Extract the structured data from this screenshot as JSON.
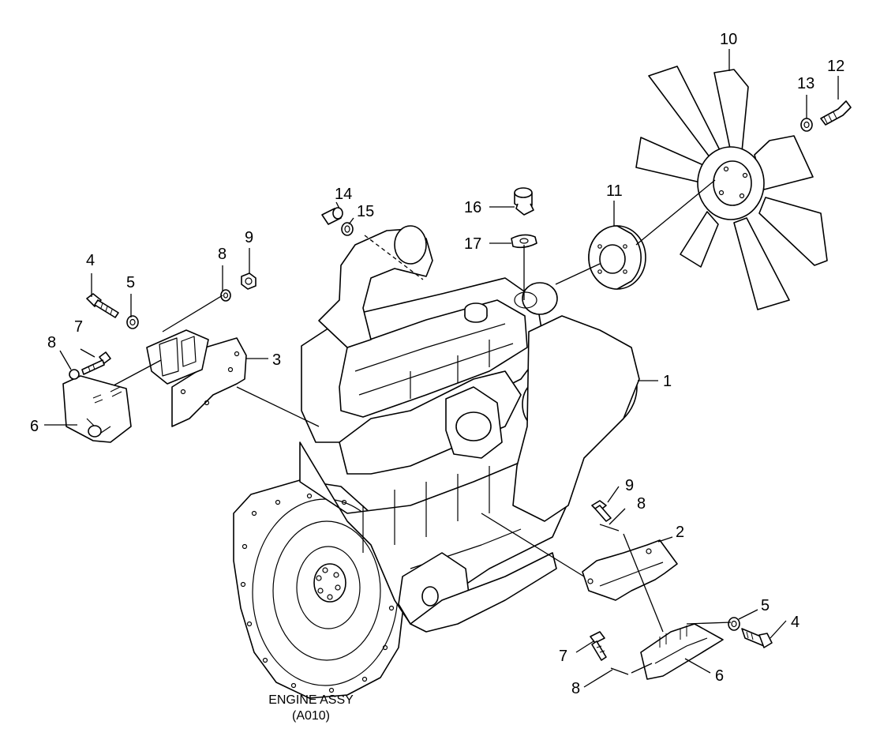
{
  "diagram": {
    "caption": {
      "line1": "ENGINE ASSY",
      "line2": "(A010)"
    },
    "callouts": {
      "c1": "1",
      "c2": "2",
      "c3": "3",
      "c4_left": "4",
      "c4_right": "4",
      "c5_left": "5",
      "c5_right": "5",
      "c6_left": "6",
      "c6_right": "6",
      "c7_left": "7",
      "c7_right": "7",
      "c8_top": "8",
      "c8_left": "8",
      "c8_right_upper": "8",
      "c8_right_lower": "8",
      "c9_left": "9",
      "c9_right": "9",
      "c10": "10",
      "c11": "11",
      "c12": "12",
      "c13": "13",
      "c14": "14",
      "c15": "15",
      "c16": "16",
      "c17": "17"
    }
  }
}
